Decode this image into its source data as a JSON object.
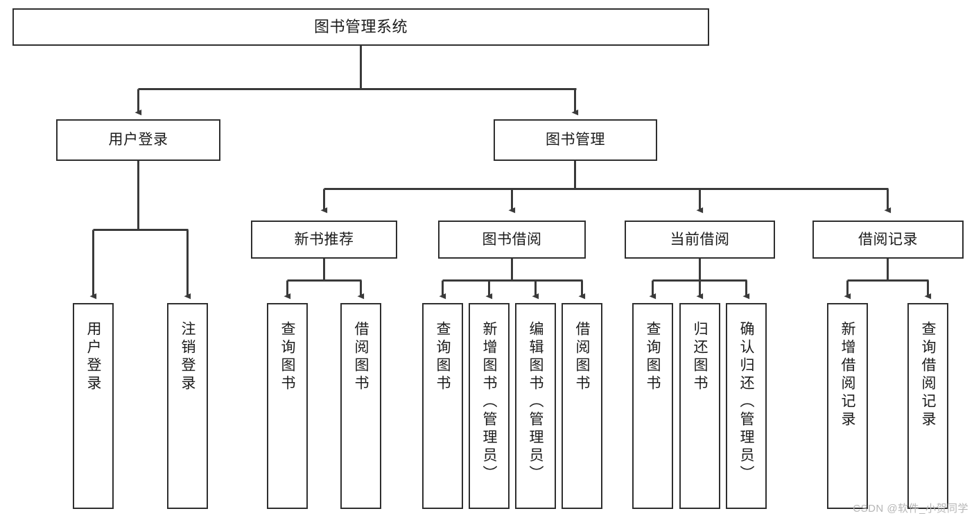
{
  "diagram": {
    "type": "tree",
    "title": "图书管理系统",
    "watermark": "CSDN @软件_小贺同学",
    "colors": {
      "node_border": "#2f2f2f",
      "node_fill": "#ffffff",
      "edge": "#3a3a3a",
      "text": "#1b1b1b",
      "watermark": "#b6b6b6",
      "background": "#ffffff"
    },
    "levels": {
      "root": {
        "label": "图书管理系统"
      },
      "level2": [
        {
          "id": "user-login",
          "label": "用户登录"
        },
        {
          "id": "book-manage",
          "label": "图书管理"
        }
      ],
      "level3": [
        {
          "id": "new-book-recommend",
          "label": "新书推荐"
        },
        {
          "id": "book-borrow",
          "label": "图书借阅"
        },
        {
          "id": "current-borrow",
          "label": "当前借阅"
        },
        {
          "id": "borrow-record",
          "label": "借阅记录"
        }
      ],
      "leaves": {
        "user_login": [
          {
            "id": "leaf-user-login",
            "label": "用户登录"
          },
          {
            "id": "leaf-logout",
            "label": "注销登录"
          }
        ],
        "new_book_recommend": [
          {
            "id": "leaf-query-book-1",
            "label": "查询图书"
          },
          {
            "id": "leaf-borrow-book-1",
            "label": "借阅图书"
          }
        ],
        "book_borrow": [
          {
            "id": "leaf-query-book-2",
            "label": "查询图书"
          },
          {
            "id": "leaf-add-book",
            "label": "新增图书（管理员）"
          },
          {
            "id": "leaf-edit-book",
            "label": "编辑图书（管理员）"
          },
          {
            "id": "leaf-borrow-book-2",
            "label": "借阅图书"
          }
        ],
        "current_borrow": [
          {
            "id": "leaf-query-book-3",
            "label": "查询图书"
          },
          {
            "id": "leaf-return-book",
            "label": "归还图书"
          },
          {
            "id": "leaf-confirm-return",
            "label": "确认归还（管理员）"
          }
        ],
        "borrow_record": [
          {
            "id": "leaf-add-record",
            "label": "新增借阅记录"
          },
          {
            "id": "leaf-query-record",
            "label": "查询借阅记录"
          }
        ]
      }
    }
  }
}
